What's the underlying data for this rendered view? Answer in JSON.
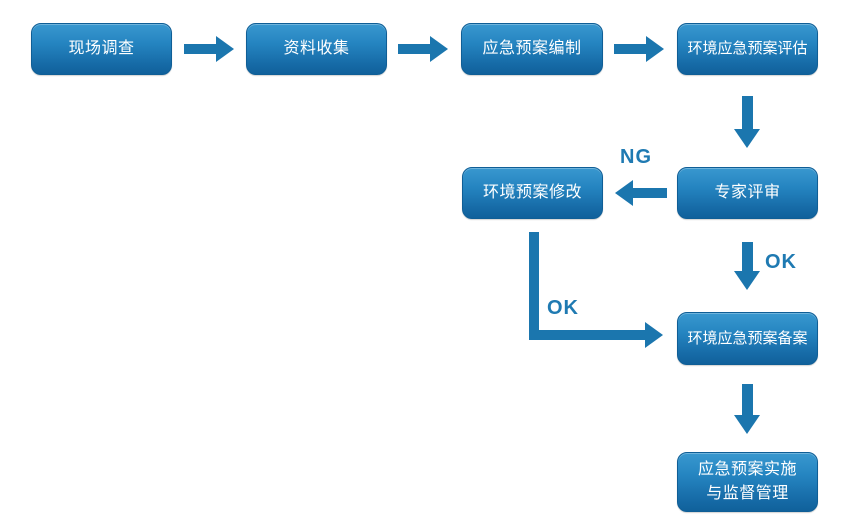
{
  "diagram": {
    "type": "flowchart",
    "background_color": "#ffffff",
    "node_fill_top": "#3998cf",
    "node_fill_bottom": "#10619b",
    "node_border_color": "#0f5e96",
    "node_text_color": "#ffffff",
    "arrow_color": "#1b76ae",
    "edge_label_color": "#1f7ab2",
    "nodes": [
      {
        "id": "site-survey",
        "label": "现场调查"
      },
      {
        "id": "data-collection",
        "label": "资料收集"
      },
      {
        "id": "plan-compilation",
        "label": "应急预案编制"
      },
      {
        "id": "plan-assessment",
        "label": "环境应急预案评估"
      },
      {
        "id": "expert-review",
        "label": "专家评审"
      },
      {
        "id": "plan-revision",
        "label": "环境预案修改"
      },
      {
        "id": "plan-filing",
        "label": "环境应急预案备案"
      },
      {
        "id": "implementation-supervision",
        "label_line1": "应急预案实施",
        "label_line2": "与监督管理"
      }
    ],
    "edges": [
      {
        "from": "site-survey",
        "to": "data-collection",
        "label": ""
      },
      {
        "from": "data-collection",
        "to": "plan-compilation",
        "label": ""
      },
      {
        "from": "plan-compilation",
        "to": "plan-assessment",
        "label": ""
      },
      {
        "from": "plan-assessment",
        "to": "expert-review",
        "label": ""
      },
      {
        "from": "expert-review",
        "to": "plan-revision",
        "label": "NG"
      },
      {
        "from": "expert-review",
        "to": "plan-filing",
        "label": "OK"
      },
      {
        "from": "plan-revision",
        "to": "plan-filing",
        "label": "OK"
      },
      {
        "from": "plan-filing",
        "to": "implementation-supervision",
        "label": ""
      }
    ],
    "edge_labels": {
      "ng": "NG",
      "ok_review_to_filing": "OK",
      "ok_revision_to_filing": "OK"
    }
  }
}
